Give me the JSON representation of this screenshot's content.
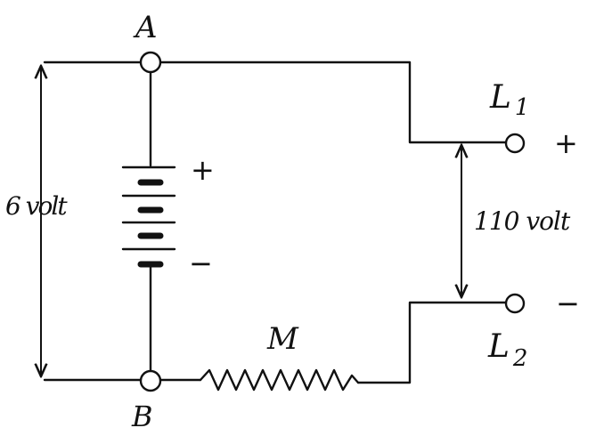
{
  "labels": {
    "node_a": "A",
    "node_b": "B",
    "terminal_l1": "L",
    "terminal_l1_sub": "1",
    "terminal_l2": "L",
    "terminal_l2_sub": "2",
    "resistor": "M",
    "battery_voltage": "6 volt",
    "output_voltage": "110 volt",
    "battery_plus": "+",
    "battery_minus": "−",
    "l1_plus": "+",
    "l2_minus": "−"
  }
}
